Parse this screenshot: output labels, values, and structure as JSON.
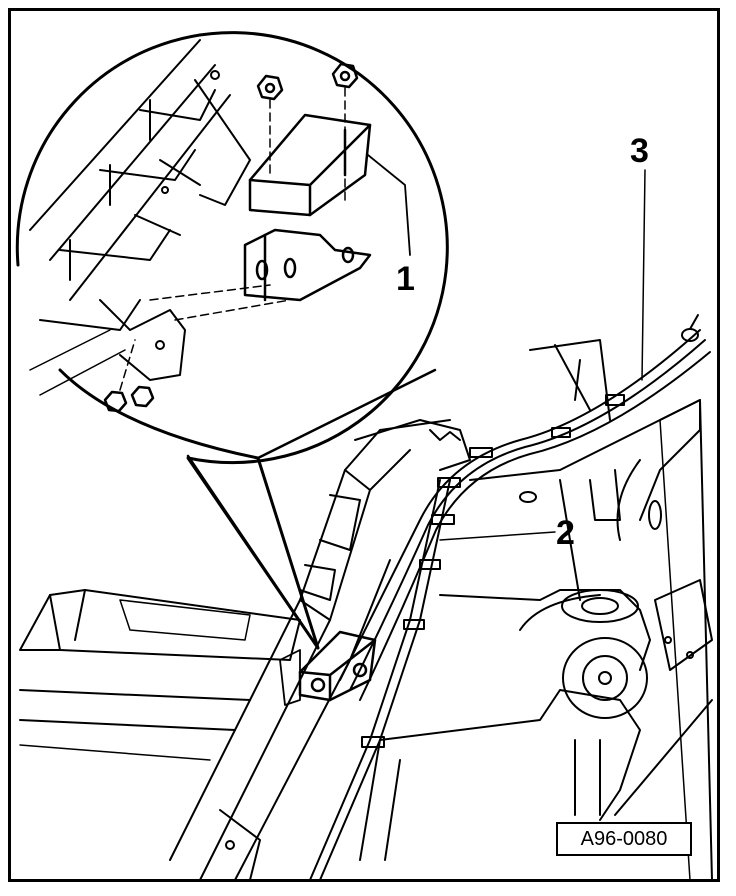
{
  "callouts": {
    "c1": "1",
    "c2": "2",
    "c3": "3"
  },
  "figure_ref": "A96-0080",
  "colors": {
    "ink": "#000000",
    "paper": "#ffffff"
  }
}
